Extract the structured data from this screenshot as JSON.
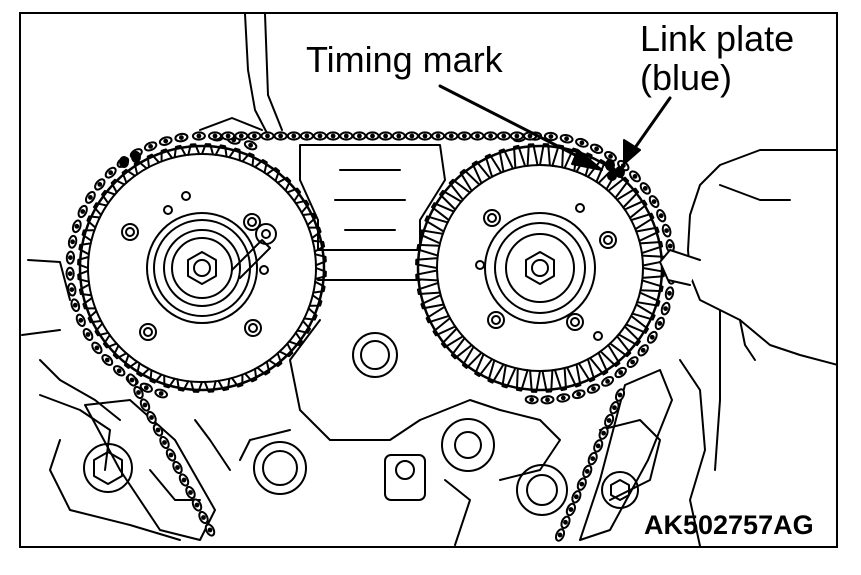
{
  "figure": {
    "labels": {
      "timing_mark": "Timing mark",
      "link_plate_line1": "Link plate",
      "link_plate_line2": "(blue)"
    },
    "figure_code": "AK502757AG",
    "colors": {
      "ink": "#000000",
      "paper": "#ffffff"
    }
  }
}
